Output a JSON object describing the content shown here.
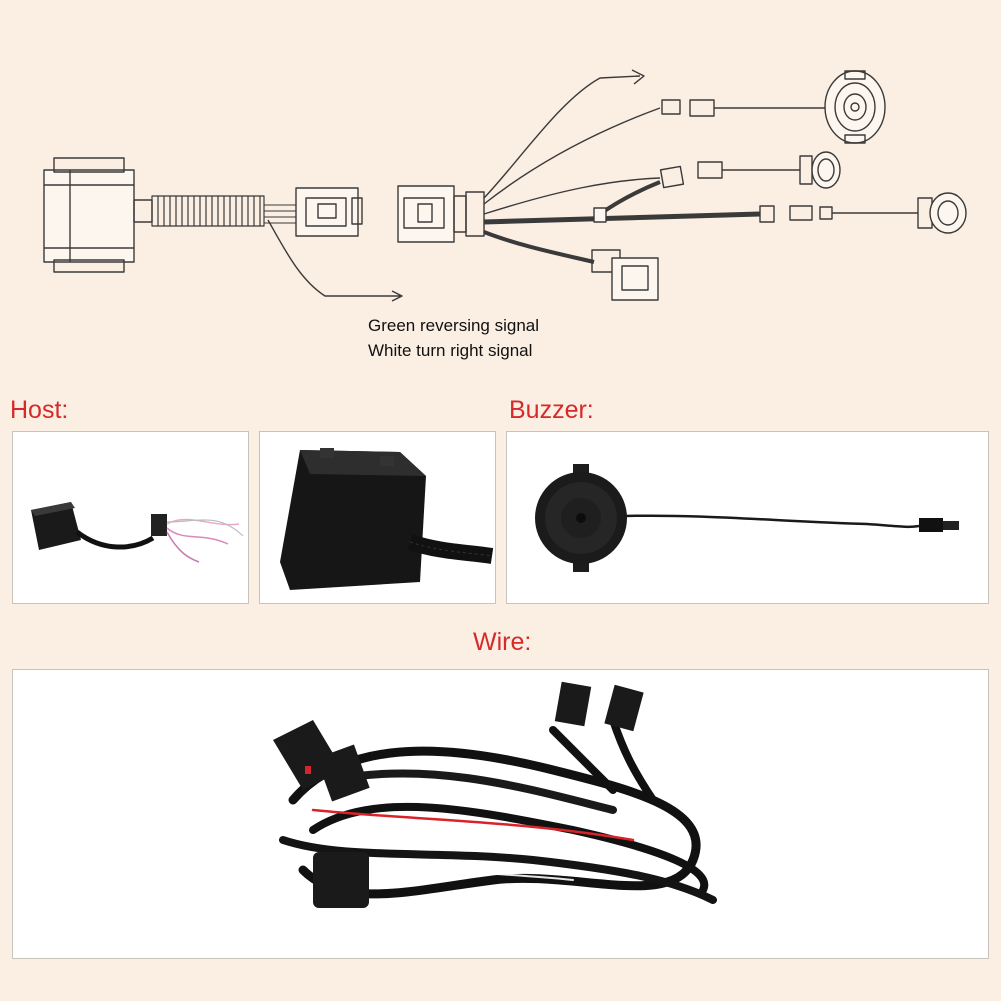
{
  "diagram": {
    "captions": [
      "Green reversing signal",
      "White turn right signal"
    ]
  },
  "sections": {
    "host": {
      "label": "Host:"
    },
    "buzzer": {
      "label": "Buzzer:"
    },
    "wire": {
      "label": "Wire:"
    }
  },
  "colors": {
    "background": "#fbeee3",
    "heading": "#d62a2a",
    "panel": "#ffffff",
    "line_art": "#3a3a3a"
  }
}
